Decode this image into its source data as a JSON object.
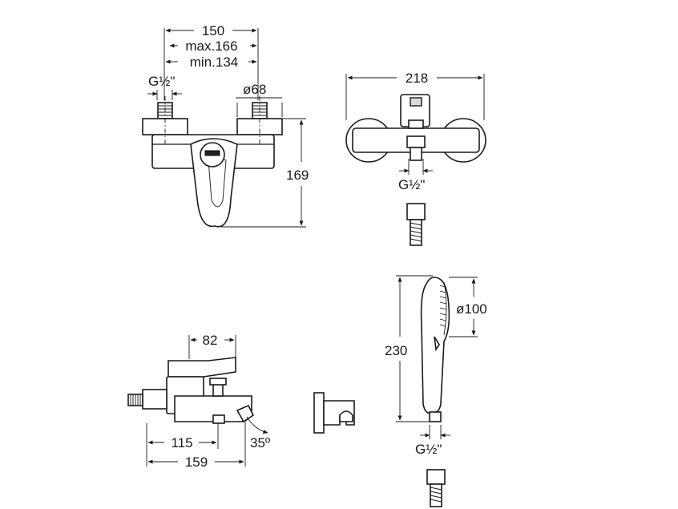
{
  "views": {
    "front": {
      "dim_width": "150",
      "dim_max": "max.166",
      "dim_min": "min.134",
      "dim_inlet": "G½\"",
      "dim_flange": "ø68",
      "dim_height": "169"
    },
    "top": {
      "dim_width": "218",
      "dim_outlet": "G½\""
    },
    "side": {
      "dim_lever": "82",
      "dim_spout": "115",
      "dim_total": "159",
      "dim_angle": "35º"
    },
    "handshower": {
      "dim_length": "230",
      "dim_head": "ø100",
      "dim_thread": "G½\""
    }
  },
  "colors": {
    "line": "#1a1a1a",
    "fill_light": "#d9d9d9",
    "background": "#ffffff"
  }
}
